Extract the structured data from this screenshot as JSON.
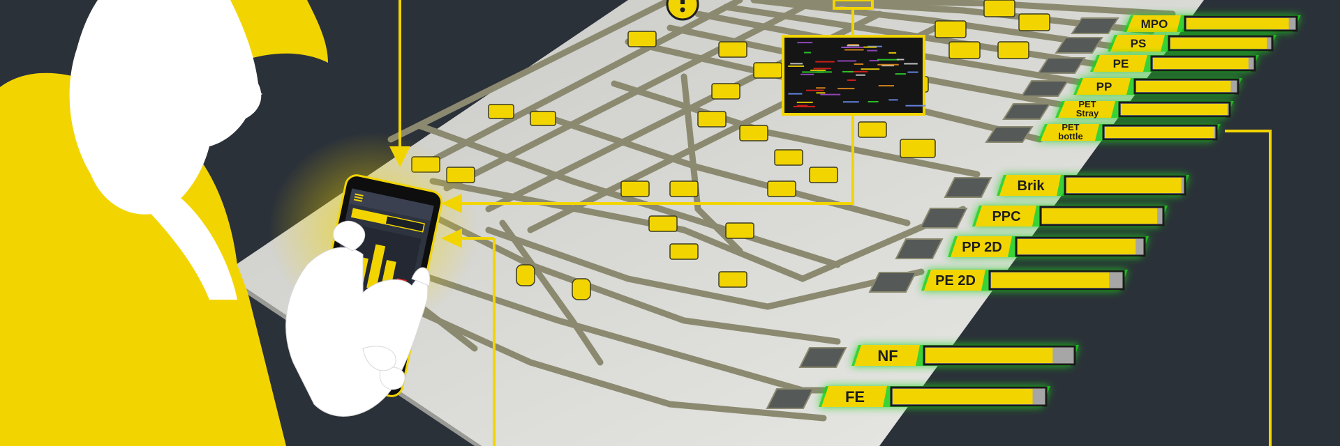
{
  "colors": {
    "background": "#2b3139",
    "brand_yellow": "#f2d500",
    "floor": "#dcdcd8",
    "conveyor": "#8b8a70",
    "glow_green": "#1fd11f",
    "alert_red": "#e0201c"
  },
  "icons": {
    "phone_alert": "exclamation-icon",
    "top_alert": "exclamation-icon",
    "phone_menu": "hamburger-menu-icon"
  },
  "fractions": [
    {
      "name": "MPO",
      "fill": 0.94
    },
    {
      "name": "PS",
      "fill": 0.96
    },
    {
      "name": "PE",
      "fill": 0.95
    },
    {
      "name": "PP",
      "fill": 0.94
    },
    {
      "name": "PET Stray",
      "fill": 0.99
    },
    {
      "name": "PET bottle",
      "fill": 0.99
    },
    {
      "name": "Brik",
      "fill": 0.98
    },
    {
      "name": "PPC",
      "fill": 0.96
    },
    {
      "name": "PP 2D",
      "fill": 0.94
    },
    {
      "name": "PE 2D",
      "fill": 0.9
    },
    {
      "name": "NF",
      "fill": 0.86
    },
    {
      "name": "FE",
      "fill": 0.92
    }
  ],
  "phone": {
    "bars_top": [
      0.55,
      0.85,
      0.6,
      0.3
    ],
    "bars_bottom": [
      0.45,
      0.6,
      0.5,
      0.7,
      0.85,
      0.95
    ]
  }
}
